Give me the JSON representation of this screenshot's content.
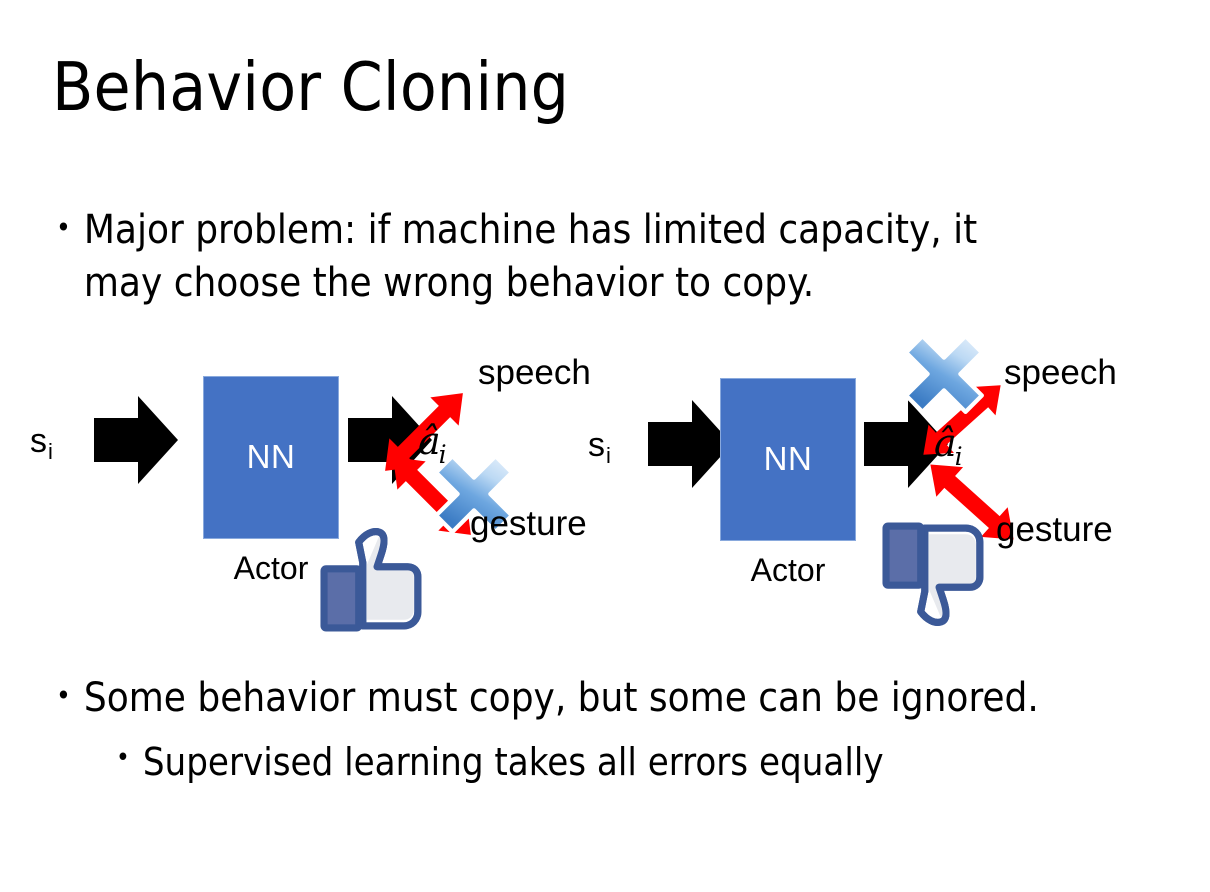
{
  "slide": {
    "title": "Behavior Cloning",
    "background_color": "#ffffff",
    "bullets": [
      {
        "marker": "•",
        "text": "Major problem: if machine has limited capacity, it may choose the wrong behavior to copy.",
        "level": 1
      },
      {
        "marker": "•",
        "text": "Some behavior must copy, but some can be ignored.",
        "level": 1
      },
      {
        "marker": "•",
        "text": "Supervised learning takes all errors equally",
        "level": 2
      }
    ]
  },
  "colors": {
    "nn_box_fill": "#4472C4",
    "nn_box_border": "#89a9dd",
    "arrow_black": "#000000",
    "arrow_red": "#FF0000",
    "cross_light": "#d9e8fa",
    "cross_mid": "#7fb0e4",
    "cross_dark": "#3c7cc4",
    "cross_outline": "#ffffff",
    "thumb_outline": "#3b5998",
    "thumb_fill": "#ffffff",
    "thumb_shade": "#e4e6eb",
    "thumb_cuff": "#5b6ea8",
    "text": "#000000"
  },
  "diagrams": [
    {
      "id": "left",
      "state_label": "s",
      "state_sub": "i",
      "box_label": "NN",
      "box_caption": "Actor",
      "action_label": "â",
      "action_sub": "i",
      "branches": [
        {
          "name": "speech",
          "label": "speech",
          "direction": "up-right",
          "crossed_out": false
        },
        {
          "name": "gesture",
          "label": "gesture",
          "direction": "down-right",
          "crossed_out": true
        }
      ],
      "feedback_icon": "thumbs-up-icon",
      "feedback": "positive"
    },
    {
      "id": "right",
      "state_label": "s",
      "state_sub": "i",
      "box_label": "NN",
      "box_caption": "Actor",
      "action_label": "â",
      "action_sub": "i",
      "branches": [
        {
          "name": "speech",
          "label": "speech",
          "direction": "up-right",
          "crossed_out": true
        },
        {
          "name": "gesture",
          "label": "gesture",
          "direction": "down-right",
          "crossed_out": false
        }
      ],
      "feedback_icon": "thumbs-down-icon",
      "feedback": "negative"
    }
  ]
}
